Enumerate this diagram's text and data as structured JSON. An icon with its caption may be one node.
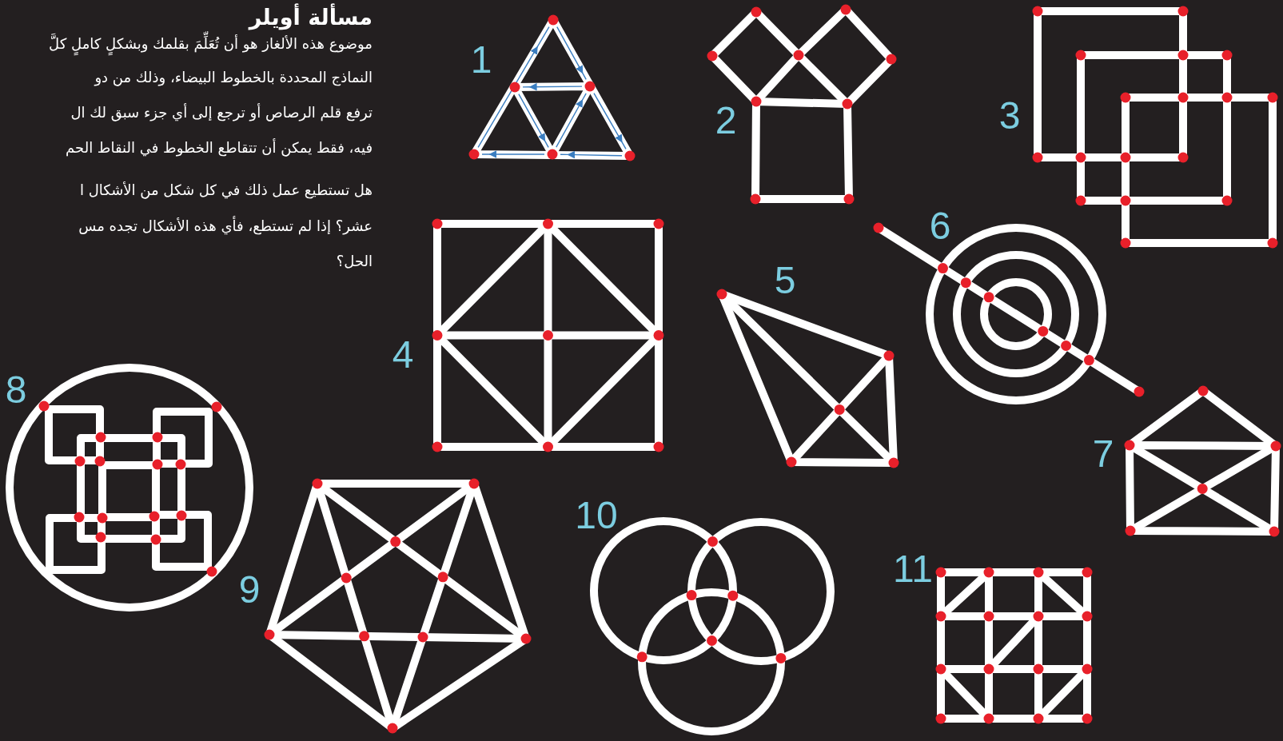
{
  "diagram": {
    "title": "مسألة أويلر",
    "labels": [
      "موضوع هذه الألغاز هو أن تُعَلِّمَ بقلمك وبشكلٍ كاملٍ كلَّ",
      "النماذج المحددة بالخطوط البيضاء، وذلك من دو",
      "ترفع قلم الرصاص أو ترجع إلى أي جزء سبق لك ال",
      "فيه، فقط يمكن أن تتقاطع الخطوط في النقاط الحم",
      "هل تستطيع عمل ذلك في كل شكل من الأشكال ا",
      "عشر؟ إذا لم تستطع، فأي هذه الأشكال تجده مس",
      "الحل؟",
      "1",
      "2",
      "3",
      "4",
      "5",
      "6",
      "7",
      "8",
      "9",
      "10",
      "11"
    ]
  }
}
